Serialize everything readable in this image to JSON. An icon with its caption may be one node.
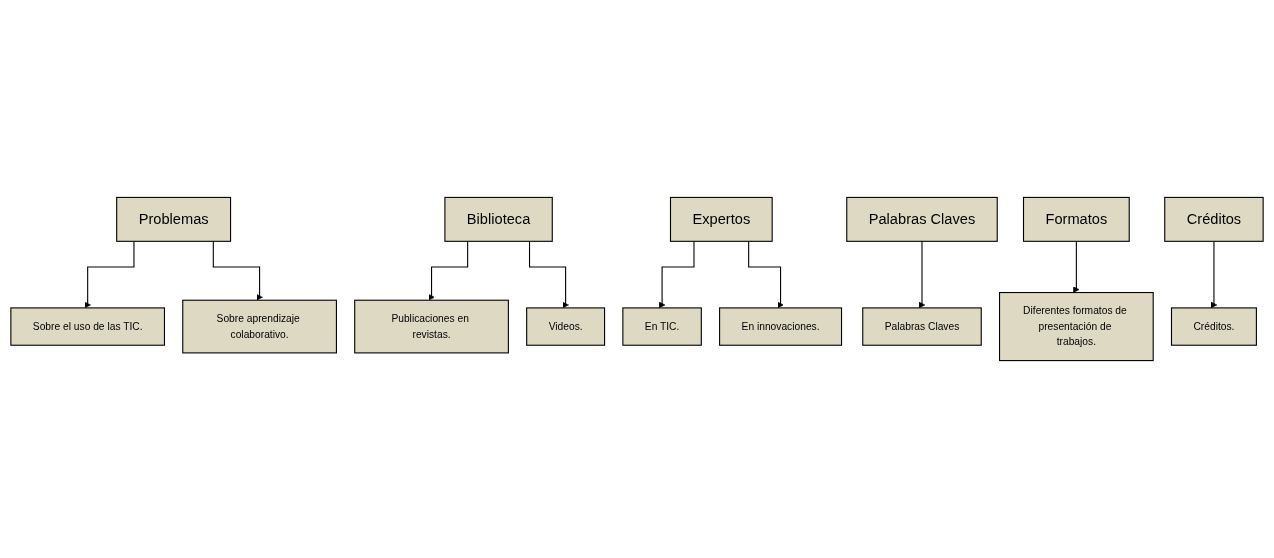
{
  "diagram": {
    "nodes": [
      {
        "text": [
          "Problemas"
        ]
      },
      {
        "text": [
          "Biblioteca"
        ]
      },
      {
        "text": [
          "Expertos"
        ]
      },
      {
        "text": [
          "Palabras Claves"
        ]
      },
      {
        "text": [
          "Formatos"
        ]
      },
      {
        "text": [
          "Créditos"
        ]
      },
      {
        "text": [
          "Sobre el uso de las TIC."
        ]
      },
      {
        "text": [
          "Sobre aprendizaje colaborativo."
        ]
      },
      {
        "text": [
          "Publicaciones en revistas."
        ]
      },
      {
        "text": [
          "Videos."
        ]
      },
      {
        "text": [
          "En TIC."
        ]
      },
      {
        "text": [
          "En innovaciones."
        ]
      },
      {
        "text": [
          "Palabras Claves"
        ]
      },
      {
        "text": [
          "Diferentes formatos de presentación de trabajos."
        ]
      },
      {
        "text": [
          "Créditos."
        ]
      }
    ],
    "edges": [
      {
        "from": 0,
        "to": 6,
        "arrow": "to"
      },
      {
        "from": 0,
        "to": 7,
        "arrow": "to"
      },
      {
        "from": 1,
        "to": 8,
        "arrow": "to"
      },
      {
        "from": 1,
        "to": 9,
        "arrow": "to"
      },
      {
        "from": 2,
        "to": 10,
        "arrow": "to"
      },
      {
        "from": 2,
        "to": 11,
        "arrow": "to"
      },
      {
        "from": 3,
        "to": 12,
        "arrow": "to"
      },
      {
        "from": 4,
        "to": 13,
        "arrow": "to"
      },
      {
        "from": 5,
        "to": 14,
        "arrow": "to"
      }
    ]
  }
}
